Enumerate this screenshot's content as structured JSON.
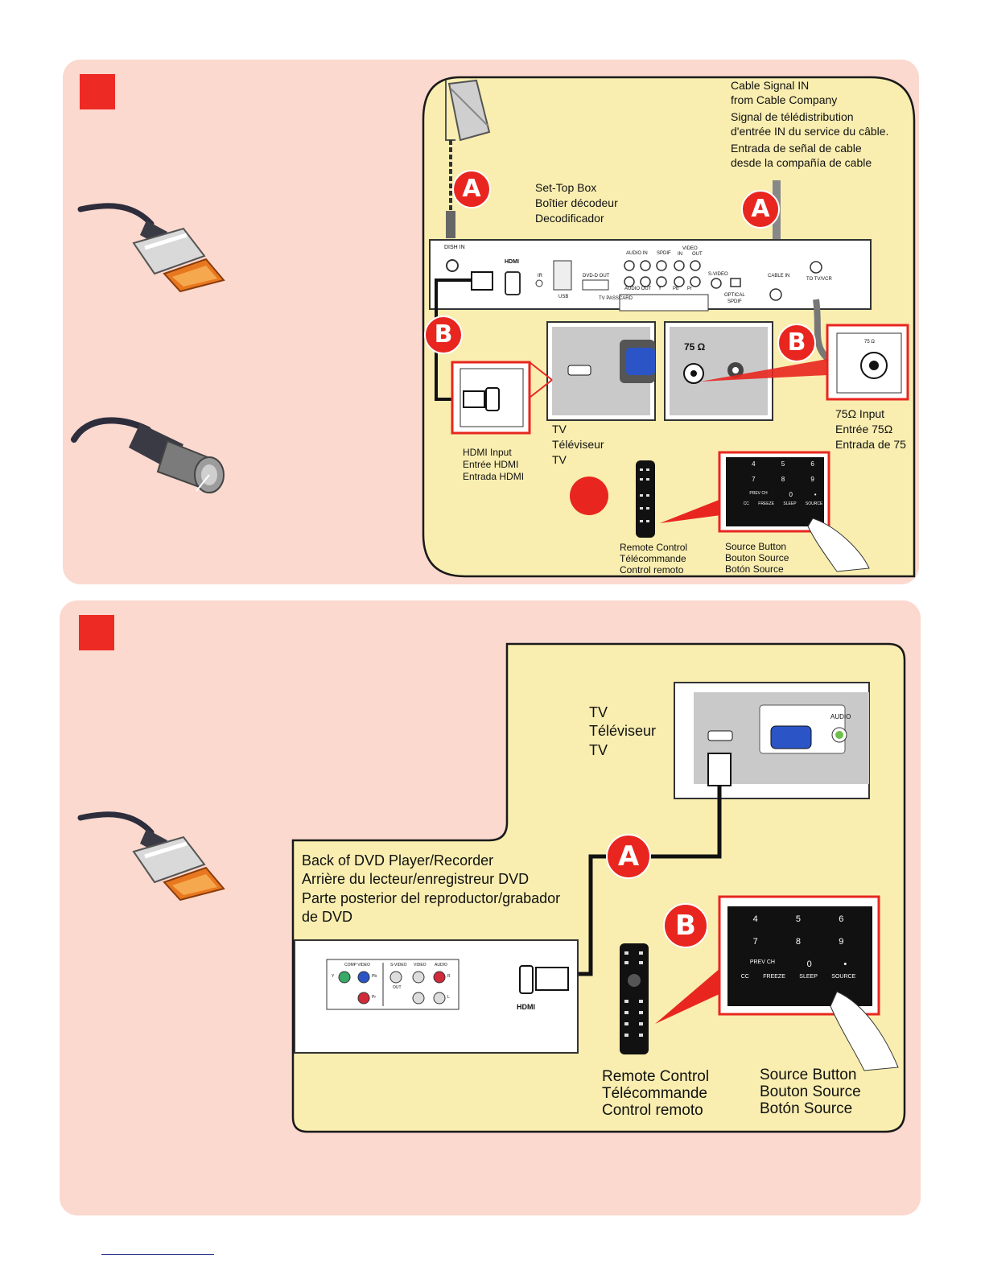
{
  "section1": {
    "setTopBox": [
      "Set-Top Box",
      "Boîtier décodeur",
      "Decodificador"
    ],
    "cableSignal": [
      "Cable Signal IN",
      "from Cable Company",
      "Signal de télédistribution",
      "d'entrée IN du service du câble.",
      "Entrada de señal de cable",
      "desde la compañía de cable"
    ],
    "tv": [
      "TV",
      "Téléviseur",
      "TV"
    ],
    "hdmiInput": [
      "HDMI Input",
      "Entrée HDMI",
      "Entrada HDMI"
    ],
    "ohmInput": [
      "75Ω Input",
      "Entrée 75Ω",
      "Entrada de 75"
    ],
    "remote": [
      "Remote Control",
      "Télécommande",
      "Control remoto"
    ],
    "sourceButton": [
      "Source Button",
      "Bouton Source",
      "Botón Source"
    ],
    "badges": {
      "a": "A",
      "b": "B"
    },
    "ports": {
      "dishIn": "DISH IN",
      "hdmi": "HDMI",
      "usb": "USB",
      "ir": "IR",
      "dvdDOut": "DVD-D OUT",
      "audioIn": "AUDIO IN",
      "spdif": "SPDIF",
      "video": "VIDEO",
      "in": "IN",
      "out": "OUT",
      "audioOut": "AUDIO OUT",
      "svideo": "S-VIDEO",
      "optical": "OPTICAL",
      "spdifLow": "SPDIF",
      "cableIn": "CABLE IN",
      "toTvVcr": "TO TV/VCR",
      "tvPasscard": "TV PASSCARD",
      "y": "Y",
      "pb": "Pb",
      "pr": "Pr",
      "ohm": "75 Ω",
      "ohmSmall": "75 Ω"
    }
  },
  "section2": {
    "tv": [
      "TV",
      "Téléviseur",
      "TV"
    ],
    "dvd": [
      "Back of DVD Player/Recorder",
      "Arrière du lecteur/enregistreur DVD",
      "Parte posterior del reproductor/grabador",
      "de DVD"
    ],
    "remote": [
      "Remote Control",
      "Télécommande",
      "Control remoto"
    ],
    "sourceButton": [
      "Source Button",
      "Bouton Source",
      "Botón Source"
    ],
    "badges": {
      "a": "A",
      "b": "B"
    },
    "ports": {
      "audio": "AUDIO",
      "hdmi": "HDMI",
      "compVideo": "COMP VIDEO",
      "svideo": "S-VIDEO",
      "video": "VIDEO",
      "audioLbl": "AUDIO",
      "out": "OUT",
      "y": "Y",
      "pb": "Pb",
      "pr": "Pr",
      "r": "R",
      "l": "L"
    }
  },
  "keypad": {
    "row1": [
      "4",
      "5",
      "6"
    ],
    "row2": [
      "7",
      "8",
      "9"
    ],
    "row3": [
      "PREV CH",
      "0",
      "•"
    ],
    "labels": [
      "CC",
      "FREEZE",
      "SLEEP",
      "SOURCE"
    ]
  },
  "colors": {
    "panel": "#fbd9cf",
    "diagram": "#f9eeb0",
    "accent": "#e8261f",
    "hdmiOrange": "#e8781f"
  }
}
